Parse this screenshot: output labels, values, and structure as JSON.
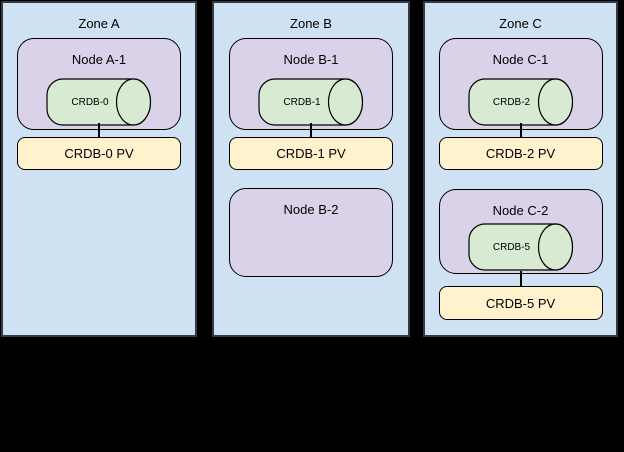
{
  "diagram": {
    "background": "#000000",
    "palette": {
      "zone_fill": "#cfe2f3",
      "node_fill": "#d9d2e9",
      "cylinder_fill": "#d9ead3",
      "pv_fill": "#fff2cc",
      "shape_border": "#000000",
      "text": "#000000"
    },
    "zones": [
      {
        "title": "Zone A",
        "nodes": [
          {
            "title": "Node A-1",
            "pod": "CRDB-0",
            "pv": "CRDB-0 PV"
          }
        ]
      },
      {
        "title": "Zone B",
        "nodes": [
          {
            "title": "Node B-1",
            "pod": "CRDB-1",
            "pv": "CRDB-1 PV"
          },
          {
            "title": "Node B-2"
          }
        ]
      },
      {
        "title": "Zone C",
        "nodes": [
          {
            "title": "Node C-1",
            "pod": "CRDB-2",
            "pv": "CRDB-2 PV"
          },
          {
            "title": "Node C-2",
            "pod": "CRDB-5",
            "pv": "CRDB-5 PV"
          }
        ]
      }
    ]
  }
}
